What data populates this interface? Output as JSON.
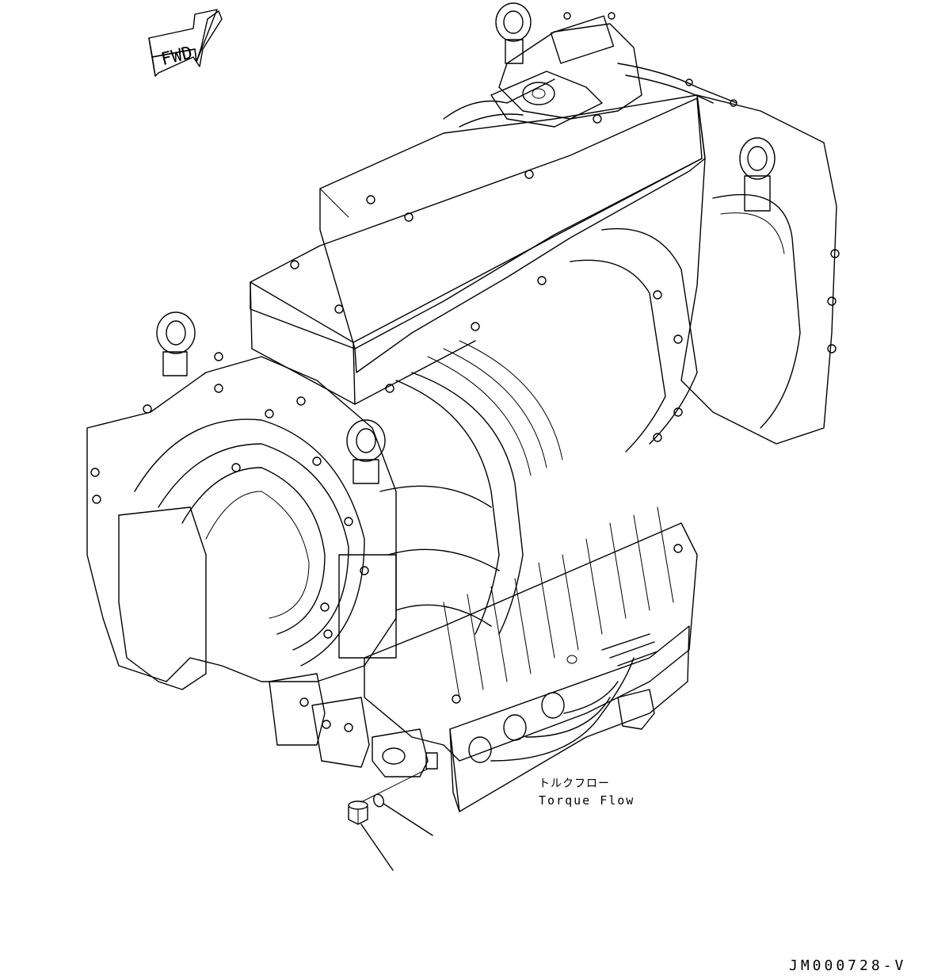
{
  "diagram": {
    "fwd_arrow_label": "FWD",
    "callouts": [
      {
        "jp": "トルクフロー",
        "en": "Torque Flow"
      }
    ],
    "drawing_code": "JM000728-V"
  }
}
